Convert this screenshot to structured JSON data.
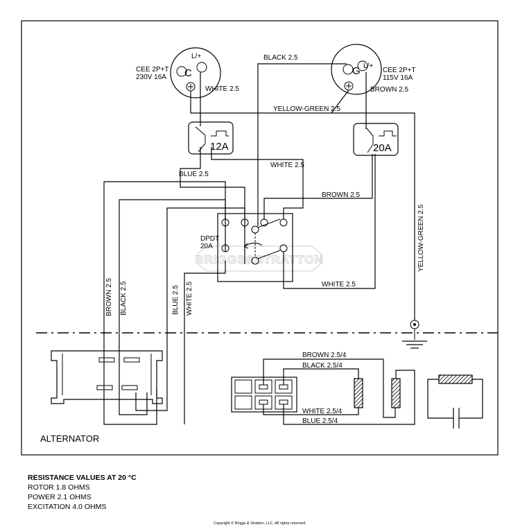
{
  "labels": {
    "socket_left_line1": "CEE 2P+T",
    "socket_left_line2": "230V 16A",
    "socket_left_phase": "L/+",
    "socket_left_letter": "C",
    "socket_right_line1": "CEE 2P+T",
    "socket_right_line2": "115V 16A",
    "socket_right_phase": "L/+",
    "socket_right_letter": "G",
    "black_top": "BLACK 2.5",
    "white_left_socket": "WHITE 2.5",
    "brown_right_socket": "BROWN 2.5",
    "yellow_green_top": "YELLOW-GREEN 2.5",
    "breaker_left": "12A",
    "breaker_right": "20A",
    "blue_upper": "BLUE 2.5",
    "white_upper": "WHITE 2.5",
    "brown_right": "BROWN 2.5",
    "yellow_green_vertical": "YELLOW-GREEN 2.5",
    "dpdt_line1": "DPDT",
    "dpdt_line2": "20A",
    "white_lower": "WHITE 2.5",
    "brown_vertical": "BROWN 2.5",
    "black_vertical": "BLACK 2.5",
    "blue_vertical": "BLUE 2.5",
    "white_vertical": "WHITE 2.5",
    "brown_conn": "BROWN 2.5/4",
    "black_conn": "BLACK 2.5/4",
    "white_conn": "WHITE 2.5/4",
    "blue_conn": "BLUE 2.5/4",
    "alternator": "ALTERNATOR",
    "watermark": "BRIGGS&STRATTON"
  },
  "notes": {
    "title": "RESISTANCE VALUES AT 20 °C",
    "rotor": "ROTOR 1.8 OHMS",
    "power": "POWER 2.1 OHMS",
    "excitation": "EXCITATION 4.0 OHMS"
  },
  "copyright": "Copyright © Briggs & Stratton, LLC. All rights reserved."
}
